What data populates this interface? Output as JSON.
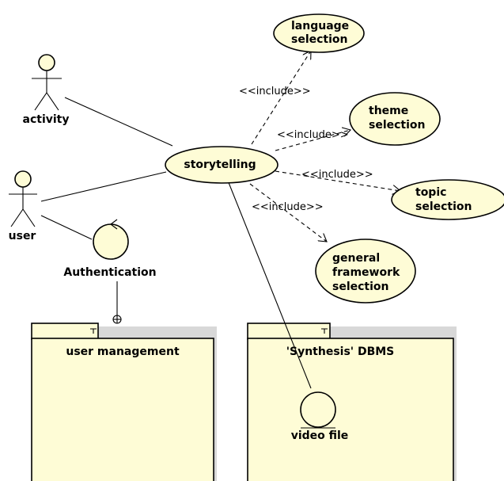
{
  "actors": {
    "activity": "activity",
    "user": "user"
  },
  "use_cases": {
    "storytelling": "storytelling",
    "language_selection": [
      "language",
      "selection"
    ],
    "theme_selection": [
      "theme",
      "selection"
    ],
    "topic_selection": [
      "topic",
      "selection"
    ],
    "general_framework_selection": [
      "general",
      "framework",
      "selection"
    ]
  },
  "include_label": "<<include>>",
  "control": {
    "authentication": "Authentication"
  },
  "entity": {
    "video_file": "video file"
  },
  "packages": {
    "user_management": "user management",
    "synthesis_dbms": "'Synthesis' DBMS"
  },
  "colors": {
    "fill": "#fefcd6",
    "stroke": "#000000"
  }
}
